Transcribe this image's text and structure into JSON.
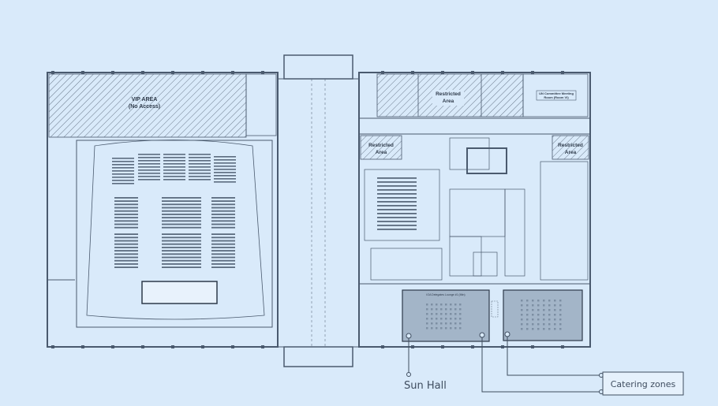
{
  "floor_plan": {
    "zones": {
      "vip": {
        "line1": "VIP AREA",
        "line2": "(No Access)"
      },
      "restricted_top": {
        "line1": "Restricted",
        "line2": "Area"
      },
      "restricted_left": {
        "line1": "Restricted",
        "line2": "Area"
      },
      "restricted_right": {
        "line1": "Restricted",
        "line2": "Area"
      },
      "committee_room": {
        "line1": "UN Committee Meeting",
        "line2": "Room (Room VI)"
      },
      "lounge": "IOA Delegates Lounge #1 (Mtn)"
    },
    "callouts": {
      "sun_hall": "Sun Hall",
      "catering": "Catering zones"
    },
    "colors": {
      "background": "#d9eafa",
      "line": "#4a5a6e",
      "highlight_fill": "#a3b5c8"
    }
  }
}
